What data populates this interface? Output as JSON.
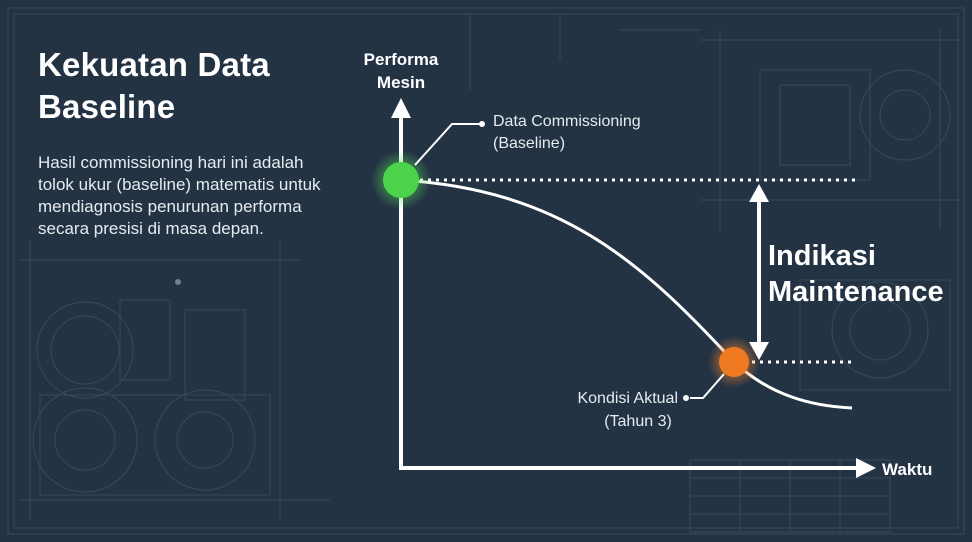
{
  "title": "Kekuatan Data Baseline",
  "description": "Hasil commissioning hari ini adalah tolok ukur (baseline) matematis untuk mendiagnosis penurunan performa secara presisi di masa depan.",
  "diagram": {
    "y_axis_label_line1": "Performa",
    "y_axis_label_line2": "Mesin",
    "x_axis_label": "Waktu",
    "baseline_label_line1": "Data Commissioning",
    "baseline_label_line2": "(Baseline)",
    "actual_label_line1": "Kondisi Aktual",
    "actual_label_line2": "(Tahun 3)",
    "indicator_line1": "Indikasi",
    "indicator_line2": "Maintenance"
  },
  "colors": {
    "background": "#243344",
    "baseline_point": "#4cd34c",
    "actual_point": "#f07a22",
    "lines": "#ffffff"
  }
}
